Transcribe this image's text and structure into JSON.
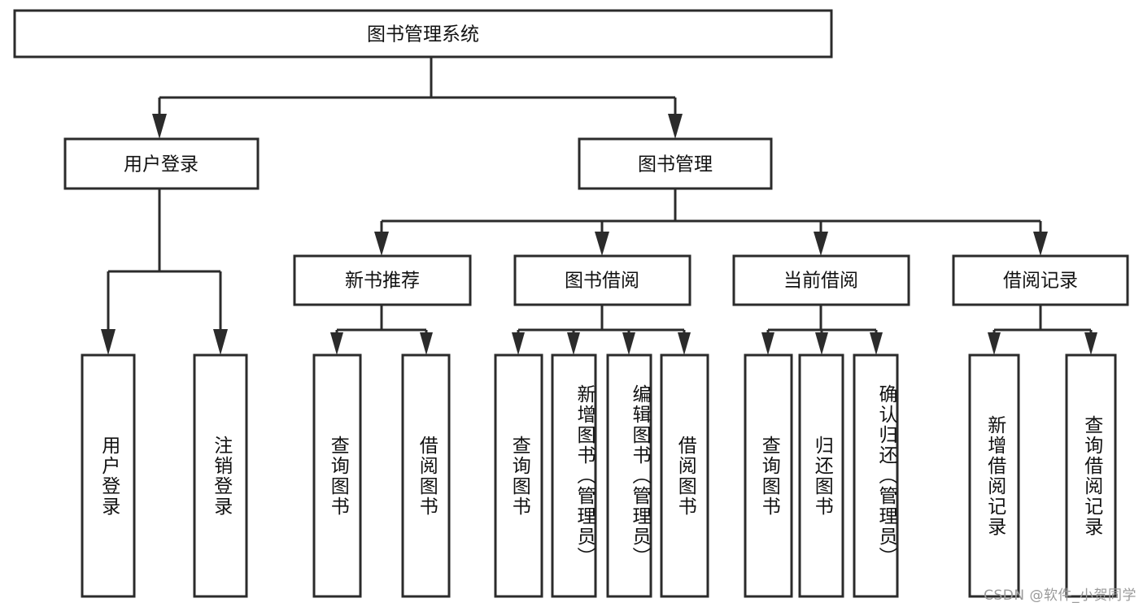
{
  "diagram": {
    "title": "图书管理系统",
    "type": "tree",
    "root": {
      "label": "图书管理系统",
      "children": [
        {
          "label": "用户登录",
          "children": [
            {
              "label": "用户登录"
            },
            {
              "label": "注销登录"
            }
          ]
        },
        {
          "label": "图书管理",
          "children": [
            {
              "label": "新书推荐",
              "children": [
                {
                  "label": "查询图书"
                },
                {
                  "label": "借阅图书"
                }
              ]
            },
            {
              "label": "图书借阅",
              "children": [
                {
                  "label": "查询图书"
                },
                {
                  "label": "新增图书（管理员）"
                },
                {
                  "label": "编辑图书（管理员）"
                },
                {
                  "label": "借阅图书"
                }
              ]
            },
            {
              "label": "当前借阅",
              "children": [
                {
                  "label": "查询图书"
                },
                {
                  "label": "归还图书"
                },
                {
                  "label": "确认归还（管理员）"
                }
              ]
            },
            {
              "label": "借阅记录",
              "children": [
                {
                  "label": "新增借阅记录"
                },
                {
                  "label": "查询借阅记录"
                }
              ]
            }
          ]
        }
      ]
    }
  },
  "nodes": {
    "root": "图书管理系统",
    "level2": {
      "user_login": "用户登录",
      "book_manage": "图书管理"
    },
    "level3": {
      "new_book_recommend": "新书推荐",
      "book_borrow": "图书借阅",
      "current_borrow": "当前借阅",
      "borrow_record": "借阅记录"
    },
    "leaves": {
      "user_login_1": "用户登录",
      "user_login_2": "注销登录",
      "recommend_1": "查询图书",
      "recommend_2": "借阅图书",
      "borrow_1": "查询图书",
      "borrow_2": "新增图书（管理员）",
      "borrow_3": "编辑图书（管理员）",
      "borrow_4": "借阅图书",
      "current_1": "查询图书",
      "current_2": "归还图书",
      "current_3": "确认归还（管理员）",
      "record_1": "新增借阅记录",
      "record_2": "查询借阅记录"
    }
  },
  "watermark": {
    "text": "CSDN @软件_小贺同学"
  },
  "colors": {
    "box_stroke": "#2b2b2b",
    "box_fill": "#ffffff",
    "text": "#111111",
    "background": "#ffffff",
    "watermark": "#9a9a9a"
  }
}
